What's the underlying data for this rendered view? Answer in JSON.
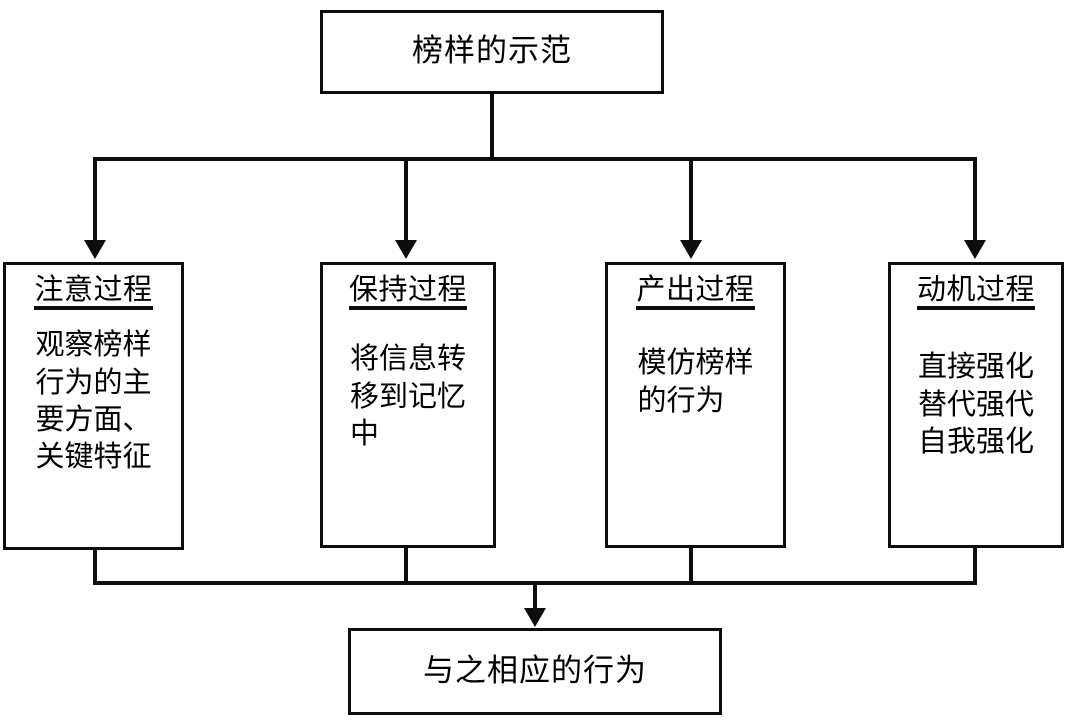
{
  "diagram": {
    "title_box": {
      "text": "榜样的示范"
    },
    "processes": [
      {
        "id": "attention",
        "title": "注意过程",
        "body": "观察榜样\n行为的主\n要方面、\n关键特征"
      },
      {
        "id": "retention",
        "title": "保持过程",
        "body": "将信息转\n移到记忆\n中"
      },
      {
        "id": "production",
        "title": "产出过程",
        "body": "模仿榜样\n的行为"
      },
      {
        "id": "motivation",
        "title": "动机过程",
        "body": "直接强化\n替代强代\n自我强化"
      }
    ],
    "outcome_box": {
      "text": "与之相应的行为"
    },
    "colors": {
      "stroke": "#0d0d0d",
      "fill": "#ffffff",
      "text": "#000000"
    }
  }
}
